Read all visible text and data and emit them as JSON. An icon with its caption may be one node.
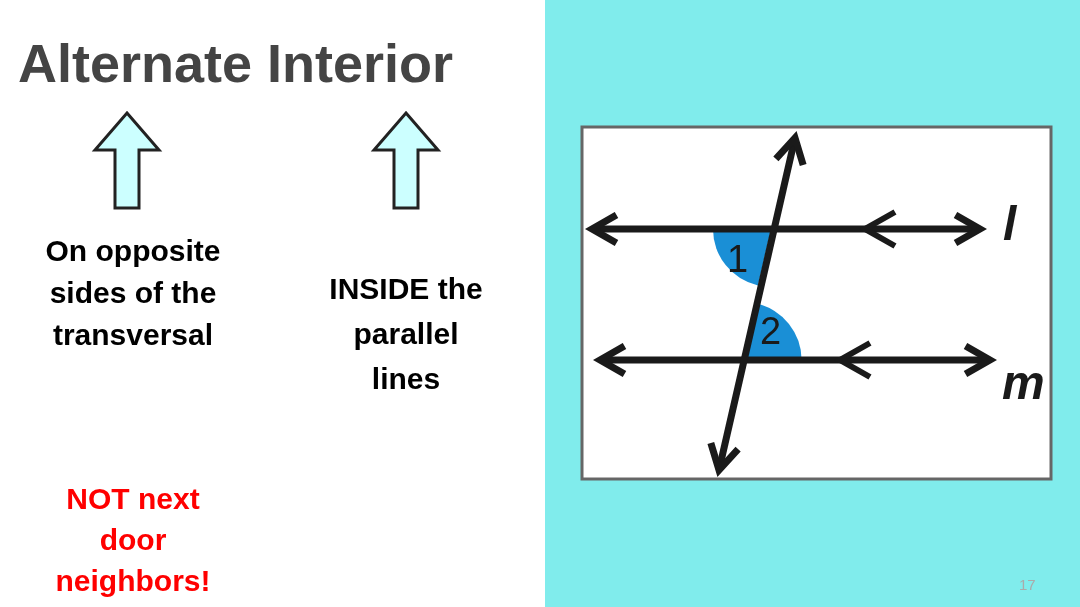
{
  "diagram": {
    "nodes": [
      {
        "text": [
          "Alternate Interior"
        ]
      },
      {
        "text": [
          "On opposite sides of the transversal"
        ]
      },
      {
        "text": [
          "INSIDE the parallel lines"
        ]
      }
    ],
    "edges": [
      {
        "from": 1,
        "to": 0,
        "arrow": "to"
      },
      {
        "from": 2,
        "to": 0,
        "arrow": "to"
      }
    ],
    "labels": [
      "NOT next door neighbors!",
      "l",
      "1",
      "2",
      "m",
      "17"
    ]
  }
}
